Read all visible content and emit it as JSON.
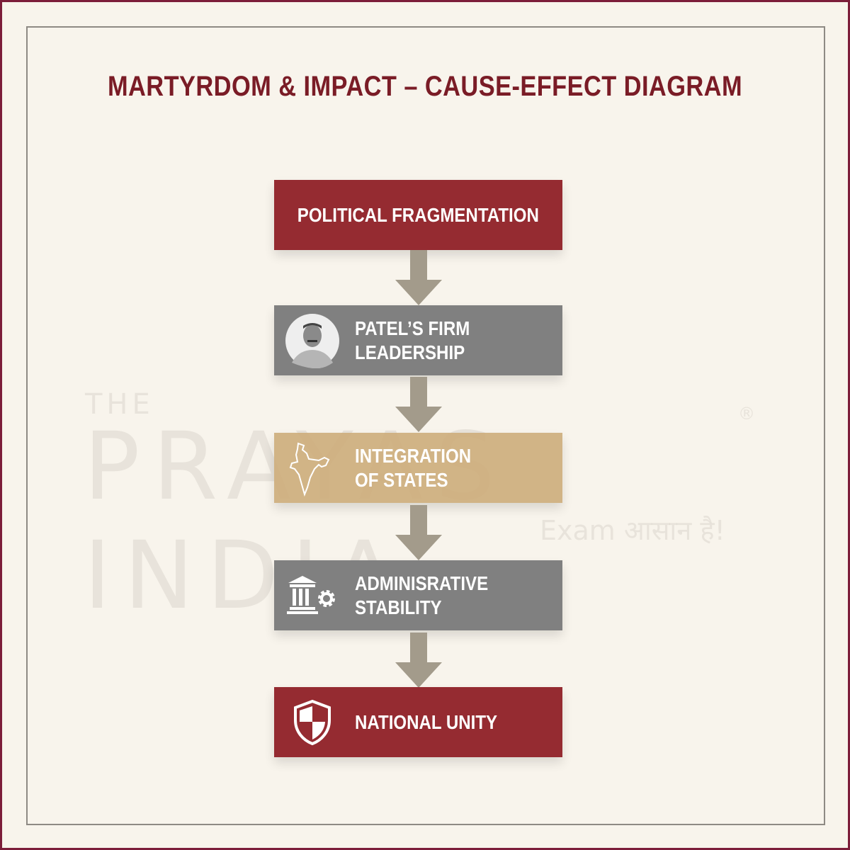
{
  "title": "MARTYRDOM & IMPACT – CAUSE-EFFECT DIAGRAM",
  "watermark": {
    "line1": "THE",
    "line2": "PRAYAS INDIA",
    "registered": "®",
    "tagline": "Exam आसान है!"
  },
  "colors": {
    "cause": "#952b31",
    "step": "#808080",
    "highlight": "#cdae7d",
    "arrow": "#a39b8b",
    "title": "#7a1c26"
  },
  "steps": [
    {
      "label": "POLITICAL FRAGMENTATION",
      "icon": "none"
    },
    {
      "label": "PATEL’S FIRM\nLEADERSHIP",
      "icon": "portrait-icon"
    },
    {
      "label": "INTEGRATION\n OF STATES",
      "icon": "india-map-icon"
    },
    {
      "label": "ADMINISRATIVE\nSTABILITY",
      "icon": "government-building-gear-icon"
    },
    {
      "label": "NATIONAL UNITY",
      "icon": "shield-icon"
    }
  ]
}
